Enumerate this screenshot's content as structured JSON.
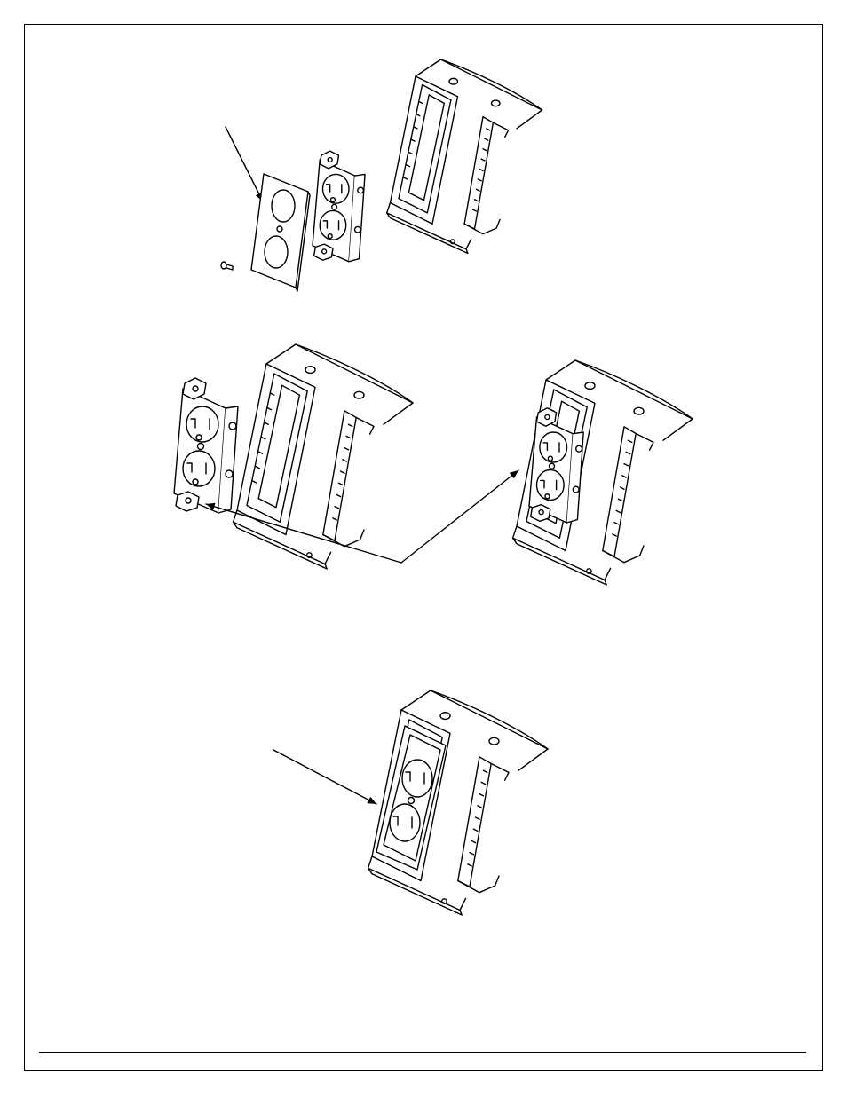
{
  "figure": {
    "steps": [
      {
        "name": "exploded",
        "parts": [
          "cover-plate",
          "cover-screw",
          "duplex-receptacle",
          "mounting-bracket"
        ]
      },
      {
        "name": "insertion",
        "parts": [
          "duplex-receptacle",
          "mounting-bracket",
          "installed-bracket"
        ]
      },
      {
        "name": "finished",
        "parts": [
          "plated-bracket"
        ]
      }
    ]
  },
  "colors": {
    "line": "#000000",
    "paper": "#ffffff"
  }
}
